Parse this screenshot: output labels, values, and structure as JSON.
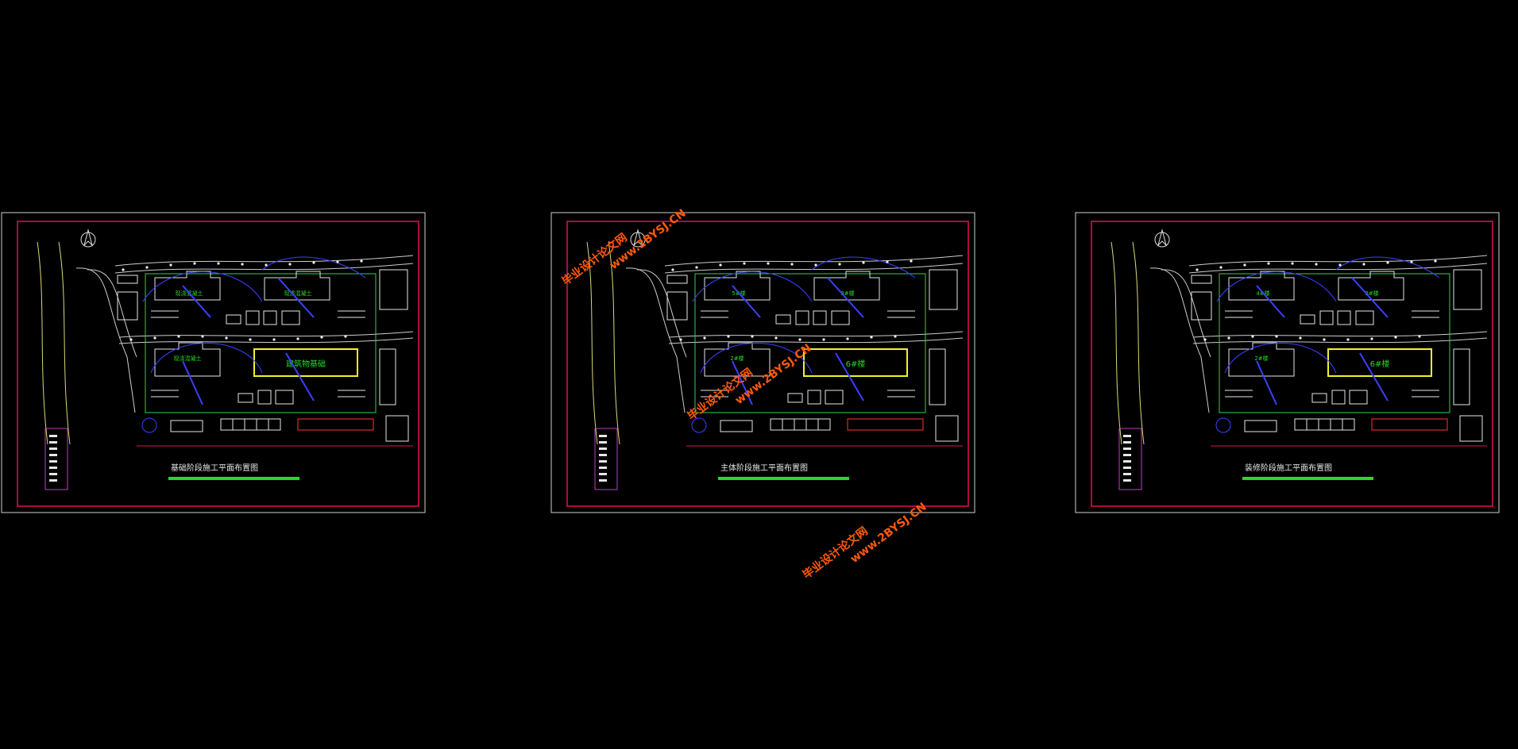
{
  "colors": {
    "background": "#000000",
    "sheet_frame": "#cfcfcf",
    "title_border": "#e0105a",
    "building": "#e6e6e6",
    "highlight_building": "#f2f230",
    "label_green": "#22dd22",
    "site_boundary": "#2fd24a",
    "crane_blue": "#3a40ff",
    "road_yellow": "#d8d87a",
    "fence_red": "#ff3333",
    "legend_magenta": "#c040c0",
    "watermark": "#ff5a0a"
  },
  "sheets": [
    {
      "title": "基础阶段施工平面布置图",
      "top_left_building": "现浇混凝土",
      "top_right_building": "现浇混凝土",
      "bottom_left_building": "现浇混凝土",
      "bottom_right_building": "建筑物基础"
    },
    {
      "title": "主体阶段施工平面布置图",
      "top_left_building": "5#楼",
      "top_right_building": "3#楼",
      "bottom_left_building": "2#楼",
      "bottom_right_building": "6#楼"
    },
    {
      "title": "装修阶段施工平面布置图",
      "top_left_building": "4#楼",
      "top_right_building": "3#楼",
      "bottom_left_building": "2#楼",
      "bottom_right_building": "6#楼"
    }
  ],
  "watermark": {
    "cn": "毕业设计论文网",
    "url": "www.2BYSJ.CN"
  }
}
